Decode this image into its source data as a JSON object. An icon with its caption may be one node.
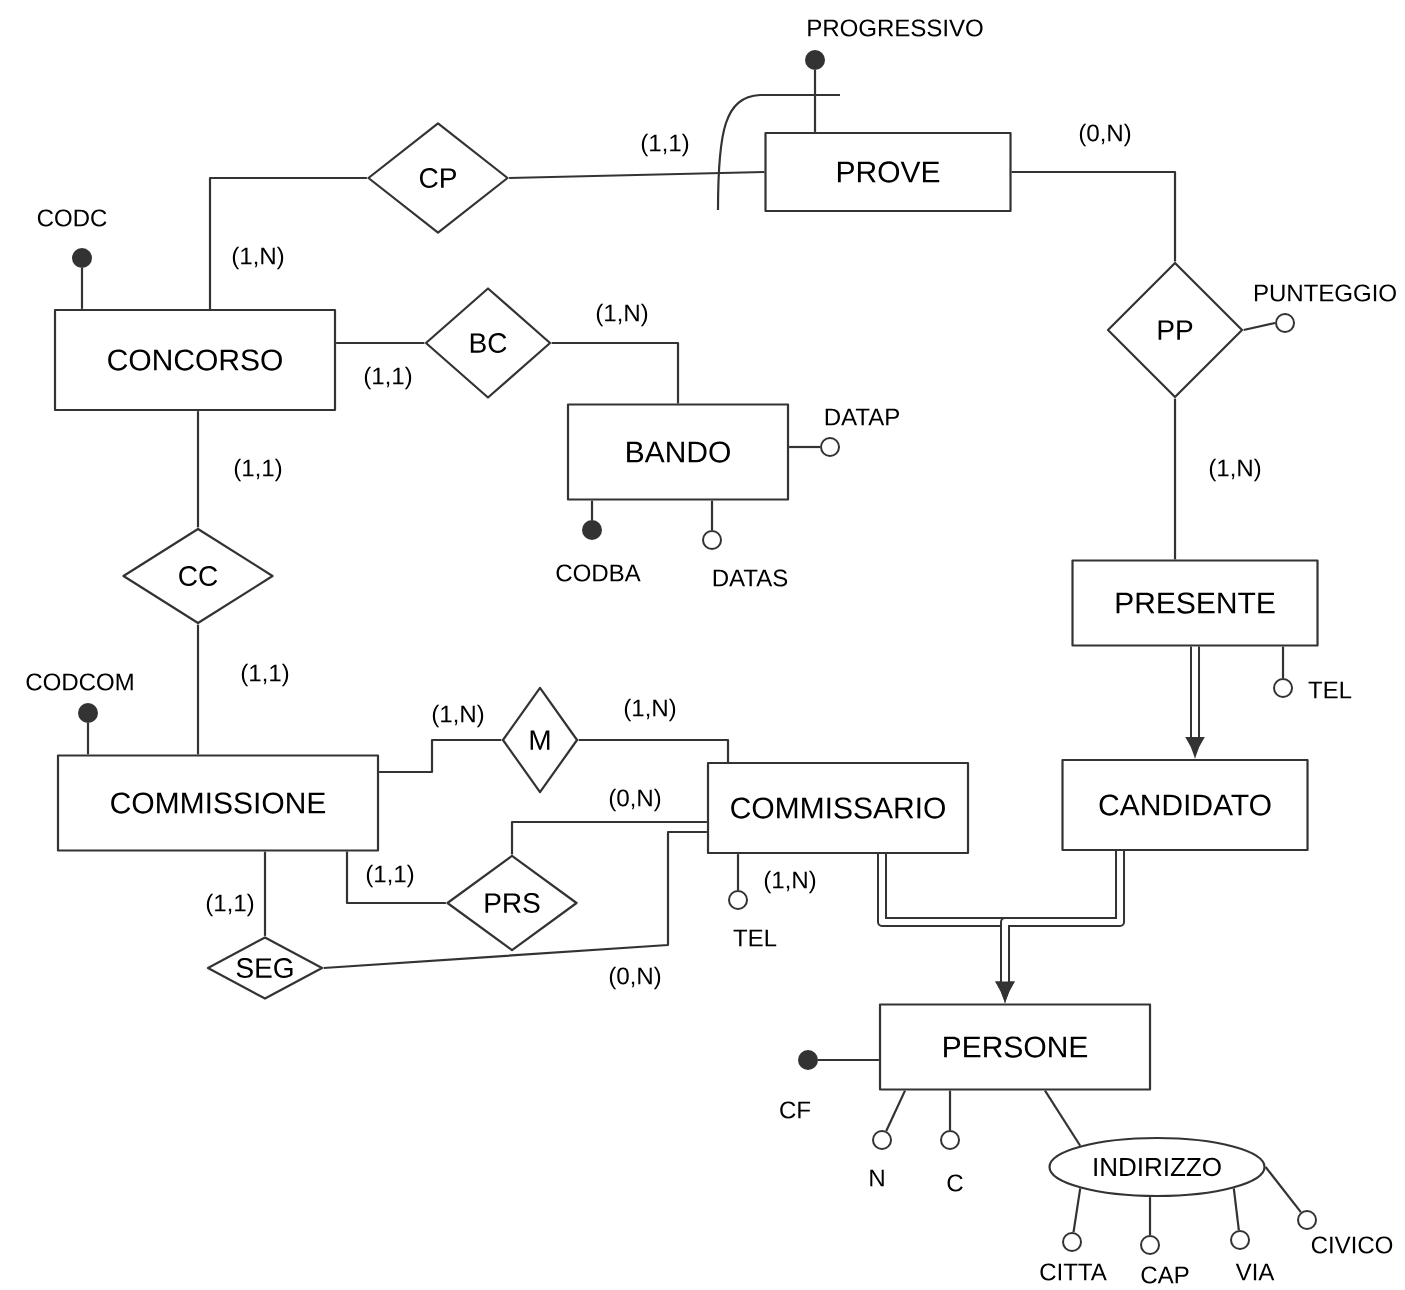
{
  "diagram": {
    "nodes": [
      {
        "text": [
          "CODC"
        ]
      },
      {
        "text": [
          "CONCORSO"
        ]
      },
      {
        "text": [
          "CP"
        ]
      },
      {
        "text": [
          "PROVE"
        ]
      },
      {
        "text": [
          "PROGRESSIVO"
        ]
      },
      {
        "text": [
          "PP"
        ]
      },
      {
        "text": [
          "PUNTEGGIO"
        ]
      },
      {
        "text": [
          "BC"
        ]
      },
      {
        "text": [
          "BANDO"
        ]
      },
      {
        "text": [
          "DATAP"
        ]
      },
      {
        "text": [
          "CODBA"
        ]
      },
      {
        "text": [
          "DATAS"
        ]
      },
      {
        "text": [
          "CC"
        ]
      },
      {
        "text": [
          "CODCOM"
        ]
      },
      {
        "text": [
          "COMMISSIONE"
        ]
      },
      {
        "text": [
          "M"
        ]
      },
      {
        "text": [
          "COMMISSARIO"
        ]
      },
      {
        "text": [
          "PRS"
        ]
      },
      {
        "text": [
          "TEL"
        ]
      },
      {
        "text": [
          "SEG"
        ]
      },
      {
        "text": [
          "PRESENTE"
        ]
      },
      {
        "text": [
          "TEL"
        ]
      },
      {
        "text": [
          "CANDIDATO"
        ]
      },
      {
        "text": [
          "PERSONE"
        ]
      },
      {
        "text": [
          "CF"
        ]
      },
      {
        "text": [
          "N"
        ]
      },
      {
        "text": [
          "C"
        ]
      },
      {
        "text": [
          "INDIRIZZO"
        ]
      },
      {
        "text": [
          "CITTA"
        ]
      },
      {
        "text": [
          "CAP"
        ]
      },
      {
        "text": [
          "VIA"
        ]
      },
      {
        "text": [
          "CIVICO"
        ]
      }
    ],
    "edges": [
      {
        "from": 1,
        "to": 0,
        "arrow": "none"
      },
      {
        "from": 1,
        "to": 2,
        "arrow": "none",
        "label": "(1,N)"
      },
      {
        "from": 2,
        "to": 3,
        "arrow": "none",
        "label": "(1,1)"
      },
      {
        "from": 3,
        "to": 4,
        "arrow": "none"
      },
      {
        "from": 3,
        "to": 5,
        "arrow": "none",
        "label": "(0,N)"
      },
      {
        "from": 5,
        "to": 6,
        "arrow": "none"
      },
      {
        "from": 5,
        "to": 20,
        "arrow": "none",
        "label": "(1,N)"
      },
      {
        "from": 1,
        "to": 7,
        "arrow": "none",
        "label": "(1,1)"
      },
      {
        "from": 7,
        "to": 8,
        "arrow": "none",
        "label": "(1,N)"
      },
      {
        "from": 8,
        "to": 9,
        "arrow": "none"
      },
      {
        "from": 8,
        "to": 10,
        "arrow": "none"
      },
      {
        "from": 8,
        "to": 11,
        "arrow": "none"
      },
      {
        "from": 1,
        "to": 12,
        "arrow": "none",
        "label": "(1,1)"
      },
      {
        "from": 12,
        "to": 14,
        "arrow": "none",
        "label": "(1,1)"
      },
      {
        "from": 14,
        "to": 13,
        "arrow": "none"
      },
      {
        "from": 14,
        "to": 15,
        "arrow": "none",
        "label": "(1,N)"
      },
      {
        "from": 15,
        "to": 16,
        "arrow": "none",
        "label": "(1,N)"
      },
      {
        "from": 16,
        "to": 17,
        "arrow": "none",
        "label": "(0,N)"
      },
      {
        "from": 17,
        "to": 14,
        "arrow": "none",
        "label": "(1,1)"
      },
      {
        "from": 14,
        "to": 19,
        "arrow": "none",
        "label": "(1,1)"
      },
      {
        "from": 19,
        "to": 16,
        "arrow": "none",
        "label": "(0,N)"
      },
      {
        "from": 16,
        "to": 18,
        "arrow": "none",
        "label": "(1,N)"
      },
      {
        "from": 20,
        "to": 21,
        "arrow": "none"
      },
      {
        "from": 20,
        "to": 22,
        "arrow": "to",
        "style": "thick"
      },
      {
        "from": 16,
        "to": 23,
        "arrow": "to",
        "style": "thick"
      },
      {
        "from": 22,
        "to": 23,
        "arrow": "to",
        "style": "thick"
      },
      {
        "from": 23,
        "to": 24,
        "arrow": "none"
      },
      {
        "from": 23,
        "to": 25,
        "arrow": "none"
      },
      {
        "from": 23,
        "to": 26,
        "arrow": "none"
      },
      {
        "from": 23,
        "to": 27,
        "arrow": "none"
      },
      {
        "from": 27,
        "to": 28,
        "arrow": "none"
      },
      {
        "from": 27,
        "to": 29,
        "arrow": "none"
      },
      {
        "from": 27,
        "to": 30,
        "arrow": "none"
      },
      {
        "from": 27,
        "to": 31,
        "arrow": "none"
      }
    ]
  }
}
